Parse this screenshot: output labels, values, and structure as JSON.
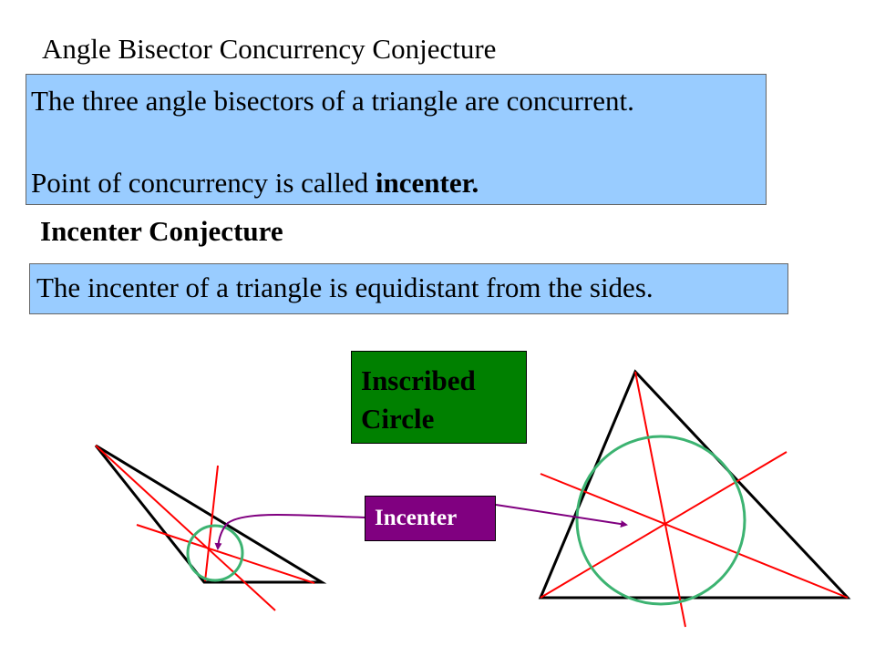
{
  "heading": {
    "title": "Angle Bisector Concurrency Conjecture"
  },
  "conjecture1": {
    "statement": "The three angle bisectors of a triangle are concurrent.",
    "definition_prefix": "Point of concurrency is called ",
    "definition_term": "incenter."
  },
  "conjecture2": {
    "title": "Incenter Conjecture",
    "statement": "The incenter of a triangle is equidistant from the sides."
  },
  "labels": {
    "inscribed_circle": "Inscribed\nCircle",
    "incenter": "Incenter"
  },
  "colors": {
    "box_fill": "#99ccff",
    "bisector": "#ff0000",
    "circle": "#3cb371",
    "arrow": "#800080",
    "inscribed_box": "#008000",
    "incenter_box": "#800080"
  }
}
